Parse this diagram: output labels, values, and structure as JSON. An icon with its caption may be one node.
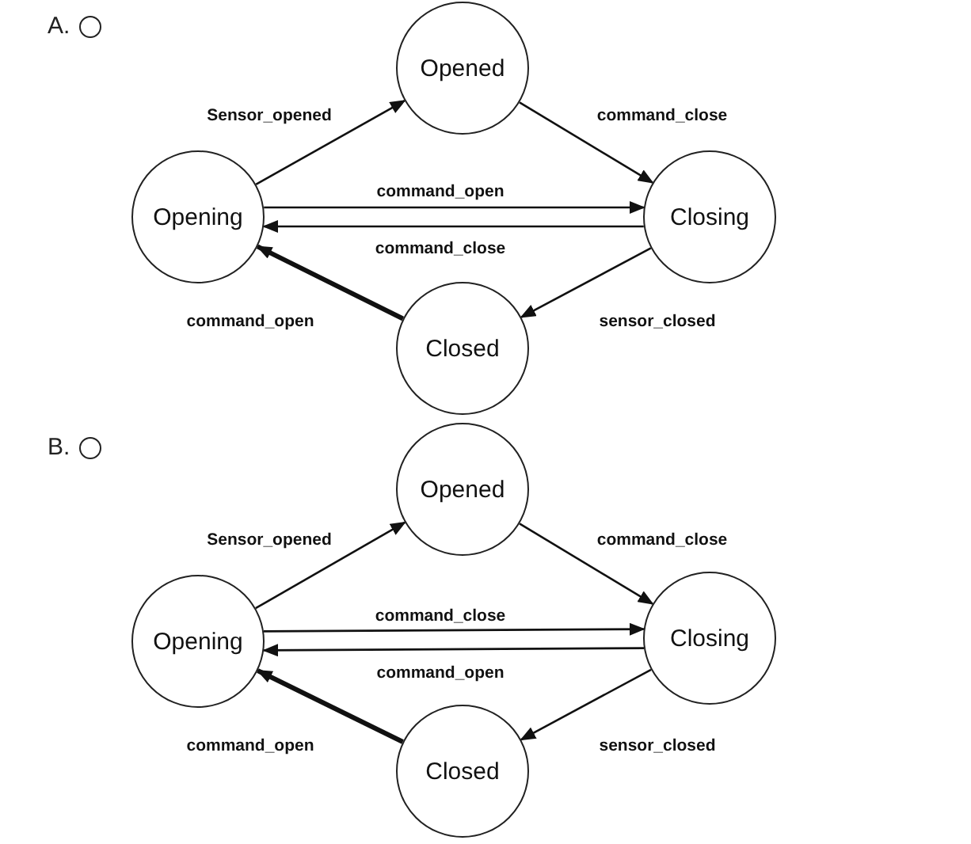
{
  "diagram": {
    "nodes": [
      {
        "text": [
          "Opened"
        ]
      },
      {
        "text": [
          "Opening"
        ]
      },
      {
        "text": [
          "Closing"
        ]
      },
      {
        "text": [
          "Closed"
        ]
      },
      {
        "text": [
          "Opened"
        ]
      },
      {
        "text": [
          "Opening"
        ]
      },
      {
        "text": [
          "Closing"
        ]
      },
      {
        "text": [
          "Closed"
        ]
      }
    ],
    "edges": [
      {
        "from": 1,
        "to": 0,
        "arrow": "to",
        "label": "Sensor_opened"
      },
      {
        "from": 0,
        "to": 2,
        "arrow": "to",
        "label": "command_close"
      },
      {
        "from": 1,
        "to": 2,
        "arrow": "to",
        "label": "command_open"
      },
      {
        "from": 2,
        "to": 1,
        "arrow": "to",
        "label": "command_close"
      },
      {
        "from": 2,
        "to": 3,
        "arrow": "to",
        "label": "sensor_closed"
      },
      {
        "from": 3,
        "to": 1,
        "arrow": "to",
        "label": "command_open",
        "style": "thick"
      },
      {
        "from": 5,
        "to": 4,
        "arrow": "to",
        "label": "Sensor_opened"
      },
      {
        "from": 4,
        "to": 6,
        "arrow": "to",
        "label": "command_close"
      },
      {
        "from": 5,
        "to": 6,
        "arrow": "to",
        "label": "command_close"
      },
      {
        "from": 6,
        "to": 5,
        "arrow": "to",
        "label": "command_open"
      },
      {
        "from": 6,
        "to": 7,
        "arrow": "to",
        "label": "sensor_closed"
      },
      {
        "from": 7,
        "to": 5,
        "arrow": "to",
        "label": "command_open",
        "style": "thick"
      }
    ],
    "labels": [
      "A.",
      "B."
    ]
  }
}
